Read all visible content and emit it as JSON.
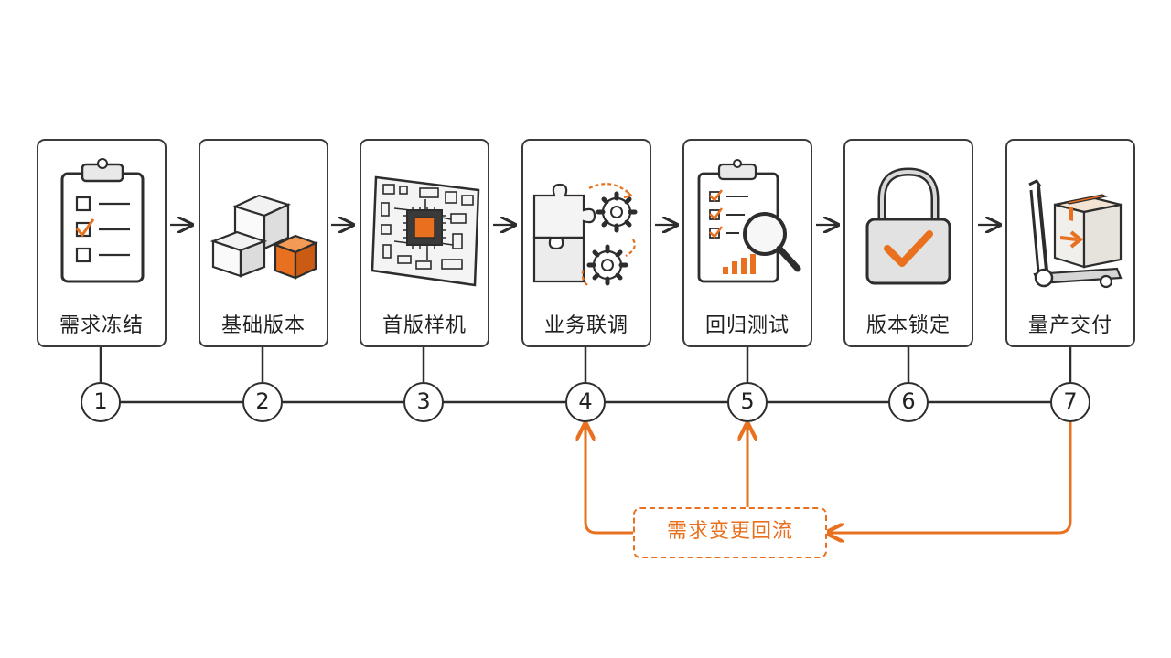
{
  "stages": [
    {
      "label": "需求冻结",
      "number": "1"
    },
    {
      "label": "基础版本",
      "number": "2"
    },
    {
      "label": "首版样机",
      "number": "3"
    },
    {
      "label": "业务联调",
      "number": "4"
    },
    {
      "label": "回归测试",
      "number": "5"
    },
    {
      "label": "版本锁定",
      "number": "6"
    },
    {
      "label": "量产交付",
      "number": "7"
    }
  ],
  "feedback": {
    "label": "需求变更回流"
  },
  "colors": {
    "accent": "#e8701e",
    "ink": "#2d2d2d"
  }
}
